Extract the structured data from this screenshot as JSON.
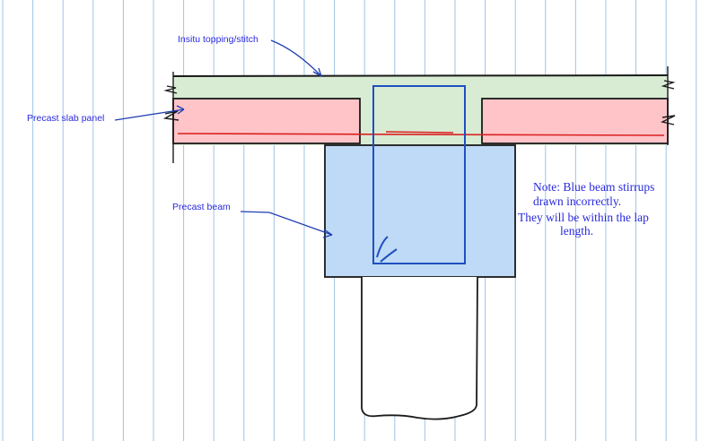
{
  "labels": {
    "topping": "Insitu topping/stitch",
    "slab": "Precast slab panel",
    "beam": "Precast beam"
  },
  "note": {
    "line1": "Note: Blue beam stirrups",
    "line2": "drawn incorrectly.",
    "line3": "They will be within the lap",
    "line4": "length."
  },
  "colors": {
    "paper_lines": "#9fc4e6",
    "topping_fill": "#d8ecd3",
    "slab_fill": "#ffc4c8",
    "beam_fill": "#bfdaf6",
    "rebar_red": "#d92020",
    "stirrup_blue": "#1f4fc0",
    "ink": "#1a1a1a",
    "label_blue": "#2a2adf"
  }
}
